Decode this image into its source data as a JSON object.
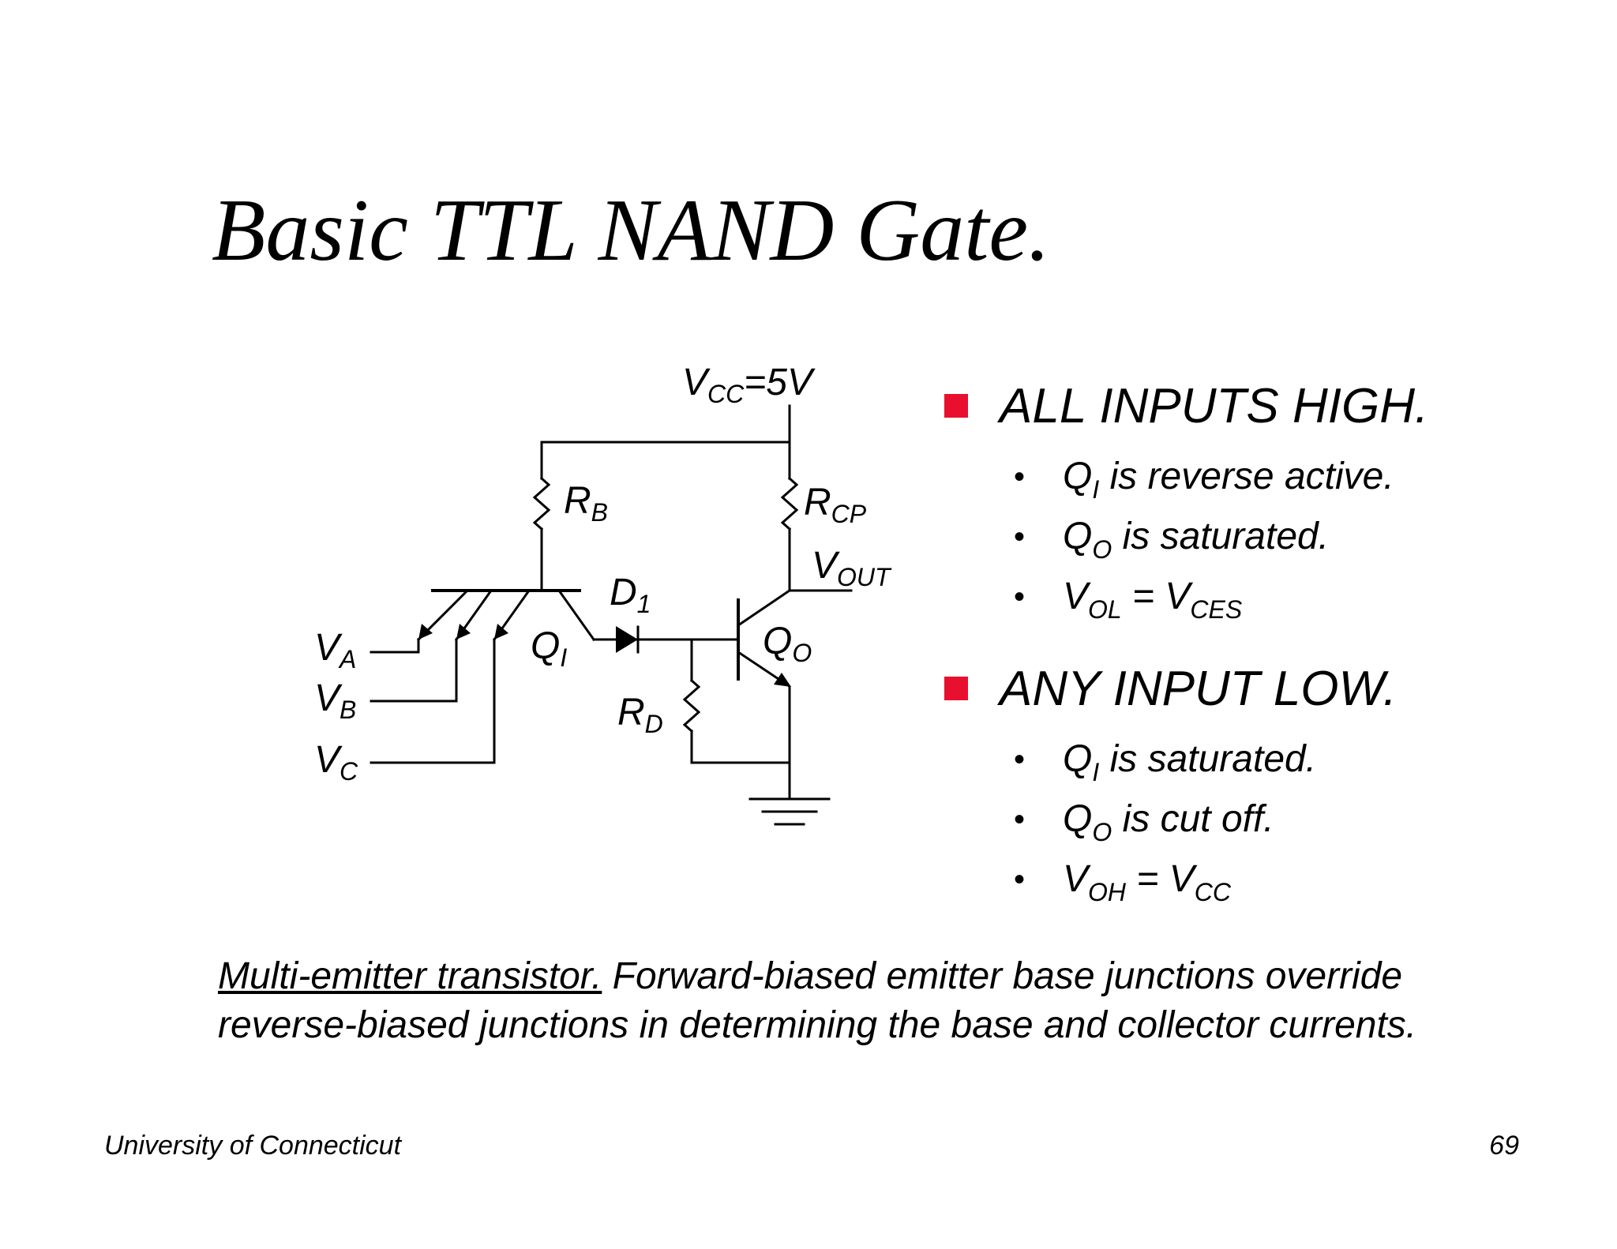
{
  "title": "Basic TTL NAND Gate.",
  "circuit": {
    "vcc": {
      "base": "V",
      "sub": "CC",
      "rest": "=5V"
    },
    "rb": {
      "base": "R",
      "sub": "B"
    },
    "rcp": {
      "base": "R",
      "sub": "CP"
    },
    "vout": {
      "base": "V",
      "sub": "OUT"
    },
    "d1": {
      "base": "D",
      "sub": "1"
    },
    "qi": {
      "base": "Q",
      "sub": "I"
    },
    "qo": {
      "base": "Q",
      "sub": "O"
    },
    "rd": {
      "base": "R",
      "sub": "D"
    },
    "va": {
      "base": "V",
      "sub": "A"
    },
    "vb": {
      "base": "V",
      "sub": "B"
    },
    "vc": {
      "base": "V",
      "sub": "C"
    }
  },
  "bullet_color": "#e8102e",
  "sections": [
    {
      "heading": "ALL INPUTS HIGH.",
      "items": [
        {
          "base": "Q",
          "sub": "I",
          "rest": " is reverse active."
        },
        {
          "base": "Q",
          "sub": "O",
          "rest": " is saturated."
        },
        {
          "base": "V",
          "sub": "OL",
          "rest": " = V",
          "sub2": "CES"
        }
      ]
    },
    {
      "heading": "ANY INPUT LOW.",
      "items": [
        {
          "base": "Q",
          "sub": "I",
          "rest": " is saturated."
        },
        {
          "base": "Q",
          "sub": "O",
          "rest": " is cut off."
        },
        {
          "base": "V",
          "sub": "OH",
          "rest": " = V",
          "sub2": "CC"
        }
      ]
    }
  ],
  "note": {
    "underlined": "Multi-emitter  transistor.",
    "text": "  Forward-biased emitter base junctions override reverse-biased junctions in determining the base and collector currents."
  },
  "footer": {
    "left": "University of Connecticut",
    "right": "69"
  }
}
